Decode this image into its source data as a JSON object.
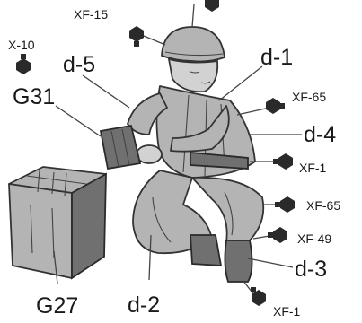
{
  "labels": {
    "xf15": "XF-15",
    "x10": "X-10",
    "d5": "d-5",
    "g31": "G31",
    "d1": "d-1",
    "xf65_top": "XF-65",
    "d4": "d-4",
    "xf1_mid": "XF-1",
    "xf65_low": "XF-65",
    "xf49": "XF-49",
    "d3": "d-3",
    "xf1_bottom": "XF-1",
    "d2": "d-2",
    "g27": "G27"
  },
  "colors": {
    "ink": "#1a1a1a",
    "figure_fill": "#b4b4b4",
    "paint_chip": "#2a2a2a"
  }
}
